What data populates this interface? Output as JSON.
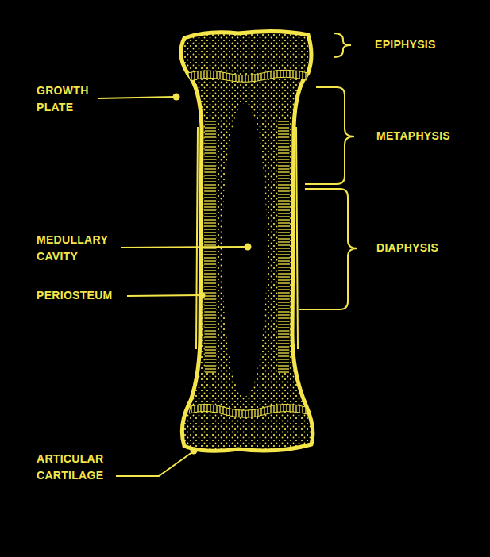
{
  "diagram": {
    "labels": [
      "EPIPHYSIS",
      "GROWTH PLATE",
      "METAPHYSIS",
      "MEDULLARY CAVITY",
      "DIAPHYSIS",
      "PERIOSTEUM",
      "ARTICULAR CARTILAGE"
    ]
  }
}
